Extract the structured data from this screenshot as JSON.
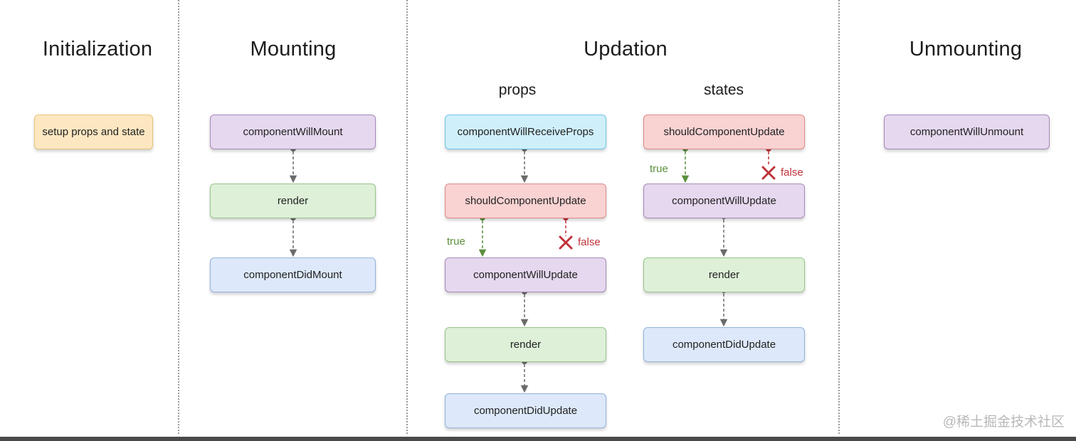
{
  "phases": {
    "initialization": "Initialization",
    "mounting": "Mounting",
    "updation": "Updation",
    "unmounting": "Unmounting"
  },
  "updation_columns": {
    "props": "props",
    "states": "states"
  },
  "nodes": {
    "setup": "setup props and state",
    "mount_will": "componentWillMount",
    "mount_render": "render",
    "mount_did": "componentDidMount",
    "props_receive": "componentWillReceiveProps",
    "props_should": "shouldComponentUpdate",
    "props_will": "componentWillUpdate",
    "props_render": "render",
    "props_did": "componentDidUpdate",
    "states_should": "shouldComponentUpdate",
    "states_will": "componentWillUpdate",
    "states_render": "render",
    "states_did": "componentDidUpdate",
    "unmount_will": "componentWillUnmount"
  },
  "branch_labels": {
    "true": "true",
    "false": "false"
  },
  "watermark": "@稀土掘金技术社区",
  "colors": {
    "arrow": "#6a6a6a",
    "true_branch": "#5b8f3c",
    "false_branch": "#c0323a",
    "initialization_fill": "#fde7c1",
    "will_fill": "#e6d8ef",
    "render_fill": "#def0d8",
    "did_fill": "#dde9fa",
    "receive_props_fill": "#cfeffb",
    "should_update_fill": "#f9d2d2"
  }
}
